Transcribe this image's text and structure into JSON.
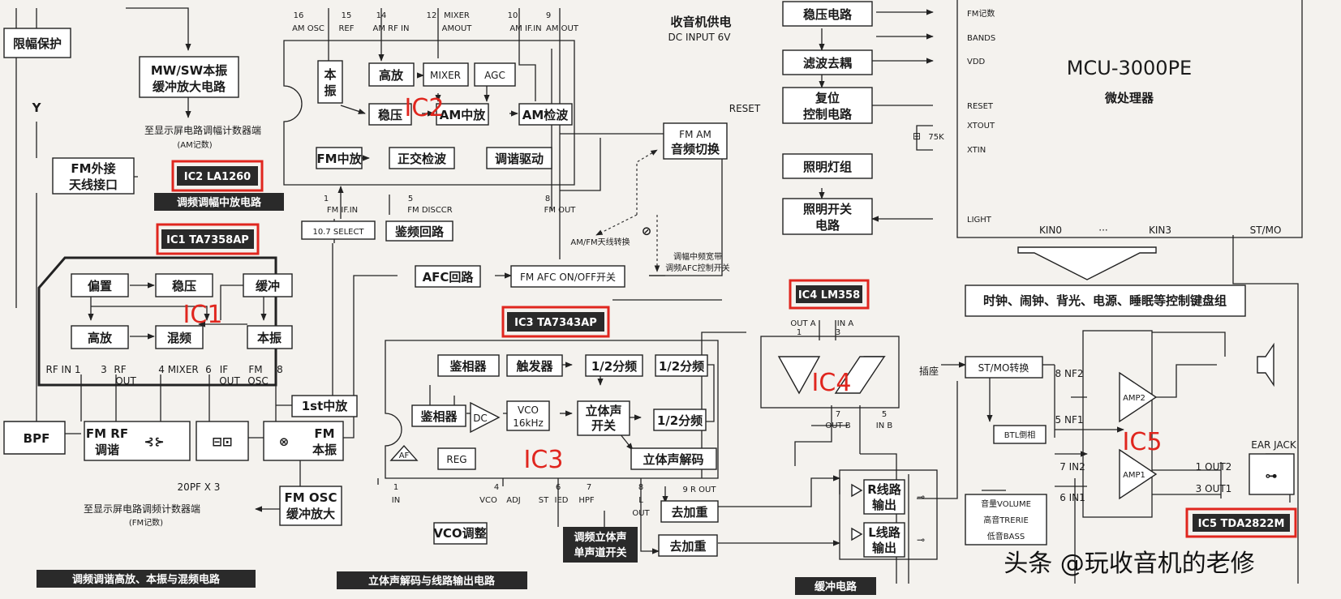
{
  "blocks": {
    "limit": "限幅保护",
    "mwsw_buf_1": "MW/SW本振",
    "mwsw_buf_2": "缓冲放大电路",
    "am_count_1": "至显示屏电路调幅计数器端",
    "am_count_2": "(AM记数)",
    "fm_ant_1": "FM外接",
    "fm_ant_2": "天线接口",
    "bias": "偏置",
    "reg1": "稳压",
    "buffer": "缓冲",
    "rf_amp1": "高放",
    "mix1": "混频",
    "lo1": "本振",
    "bpf": "BPF",
    "fmrf_1": "FM RF",
    "fmrf_2": "调谐",
    "fmlo_1": "FM",
    "fmlo_2": "本振",
    "first_if": "1st中放",
    "c20pf": "20PF X 3",
    "fmosc_1": "FM OSC",
    "fmosc_2": "缓冲放大",
    "fm_count_1": "至显示屏电路调频计数器端",
    "fm_count_2": "(FM记数)",
    "lo2_1": "本",
    "lo2_2": "振",
    "rf_amp2": "高放",
    "mixer": "MIXER",
    "agc": "AGC",
    "reg2": "稳压",
    "am_if": "AM中放",
    "am_det": "AM检波",
    "fm_if": "FM中放",
    "quad_det": "正交检波",
    "tune_drv": "调谐驱动",
    "sel107": "10.7 SELECT",
    "disc_loop": "鉴频回路",
    "afc_loop": "AFC回路",
    "fm_afc": "FM AFC ON/OFF开关",
    "fmam_sw_1": "FM AM",
    "fmam_sw_2": "音频切换",
    "dc_in_1": "收音机供电",
    "dc_in_2": "DC INPUT 6V",
    "vreg": "稳压电路",
    "filter": "滤波去耦",
    "reset_lbl": "RESET",
    "reset_1": "复位",
    "reset_2": "控制电路",
    "xtal": "75K",
    "lamp": "照明灯组",
    "lamp_sw_1": "照明开关",
    "lamp_sw_2": "电路",
    "amfm_sw": "AM/FM天线转换",
    "band_sw_1": "调幅中频宽带",
    "band_sw_2": "调频AFC控制开关",
    "mcu_title": "MCU-3000PE",
    "mcu_sub": "微处理器",
    "keypad": "时钟、闹钟、背光、电源、睡眠等控制键盘组",
    "ph_det1": "鉴相器",
    "trigger": "触发器",
    "div1": "1/2分频",
    "div2": "1/2分频",
    "ph_det2": "鉴相器",
    "dc": "DC",
    "vco_1": "VCO",
    "vco_2": "16kHz",
    "st_sw_1": "立体声",
    "st_sw_2": "开关",
    "div3": "1/2分频",
    "af": "AF",
    "reg3": "REG",
    "st_dec": "立体声解码",
    "vco_adj": "VCO调整",
    "deemph1": "去加重",
    "deemph2": "去加重",
    "st_mono_1": "调频立体声",
    "st_mono_2": "单声道开关",
    "r_out_1": "R线路",
    "r_out_2": "输出",
    "l_out_1": "L线路",
    "l_out_2": "输出",
    "jack_sock": "插座",
    "stmo_sw": "ST/MO转换",
    "btl": "BTL倒相",
    "vol": "音量VOLUME",
    "treble": "高音TRERIE",
    "bass": "低音BASS",
    "amp2": "AMP2",
    "amp1": "AMP1",
    "earjack": "EAR JACK"
  },
  "pins": {
    "p16": "16",
    "p15": "15",
    "p14": "14",
    "p12": "12",
    "p10": "10",
    "p9": "9",
    "am_osc": "AM OSC",
    "ref": "REF",
    "am_rf_in": "AM RF IN",
    "mixer_amout_1": "MIXER",
    "mixer_amout_2": "AMOUT",
    "am_if_in": "AM IF.IN",
    "am_out": "AM OUT",
    "ic2_p1": "1",
    "fm_if_in": "FM IF.IN",
    "ic2_p5": "5",
    "fm_disc": "FM DISCCR",
    "ic2_p8": "8",
    "fm_out": "FM OUT",
    "ic1_p1": "RF IN 1",
    "ic1_p3": "3",
    "rf_out_1": "RF",
    "rf_out_2": "OUT",
    "ic1_p4": "4 MIXER",
    "ic1_p6": "6",
    "if_out_1": "IF",
    "if_out_2": "OUT",
    "fm_osc_1": "FM",
    "fm_osc_2": "OSC",
    "ic1_p8": "8",
    "mcu_fm": "FM记数",
    "mcu_bands": "BANDS",
    "mcu_vdd": "VDD",
    "mcu_reset": "RESET",
    "mcu_xtout": "XTOUT",
    "mcu_xtin": "XTIN",
    "mcu_light": "LIGHT",
    "mcu_kin0": "KIN0",
    "mcu_dots": "···",
    "mcu_kin3": "KIN3",
    "mcu_stmo": "ST/MO",
    "ic3_p1": "1",
    "ic3_in": "IN",
    "ic3_p4": "4",
    "ic3_vco": "VCO",
    "ic3_adj": "ADJ",
    "ic3_p6": "6",
    "ic3_st": "ST",
    "ic3_led": "IED",
    "ic3_p7": "7",
    "ic3_hpf": "HPF",
    "ic3_p8": "8",
    "ic3_l": "L",
    "ic3_lout": "OUT",
    "ic3_rout": "9 R OUT",
    "ic4_outa": "OUT A",
    "ic4_ina": "IN A",
    "ic4_p1": "1",
    "ic4_p3": "3",
    "ic4_p7": "7",
    "ic4_outb": "OUT B",
    "ic4_p5": "5",
    "ic4_inb": "IN B",
    "ic5_nf2": "8 NF2",
    "ic5_nf1": "5 NF1",
    "ic5_in2": "7 IN2",
    "ic5_in1": "6 IN1",
    "ic5_out2": "1 OUT2",
    "ic5_out1": "3 OUT1"
  },
  "captions": {
    "ic2": "IC2 LA1260",
    "ic2_desc": "调频调幅中放电路",
    "ic1": "IC1 TA7358AP",
    "ic3": "IC3 TA7343AP",
    "ic4": "IC4 LM358",
    "ic5": "IC5 TDA2822M",
    "sec_tuner": "调频调谐高放、本振与混频电路",
    "sec_stereo": "立体声解码与线路输出电路",
    "sec_buffer": "缓冲电路"
  },
  "annotations": {
    "ic1": "IC1",
    "ic2": "IC2",
    "ic3": "IC3",
    "ic4": "IC4",
    "ic5": "IC5"
  },
  "watermark": "头条 @玩收音机的老修",
  "colors": {
    "annotation": "#e0261e",
    "caption_bg": "#2a2a2a"
  }
}
